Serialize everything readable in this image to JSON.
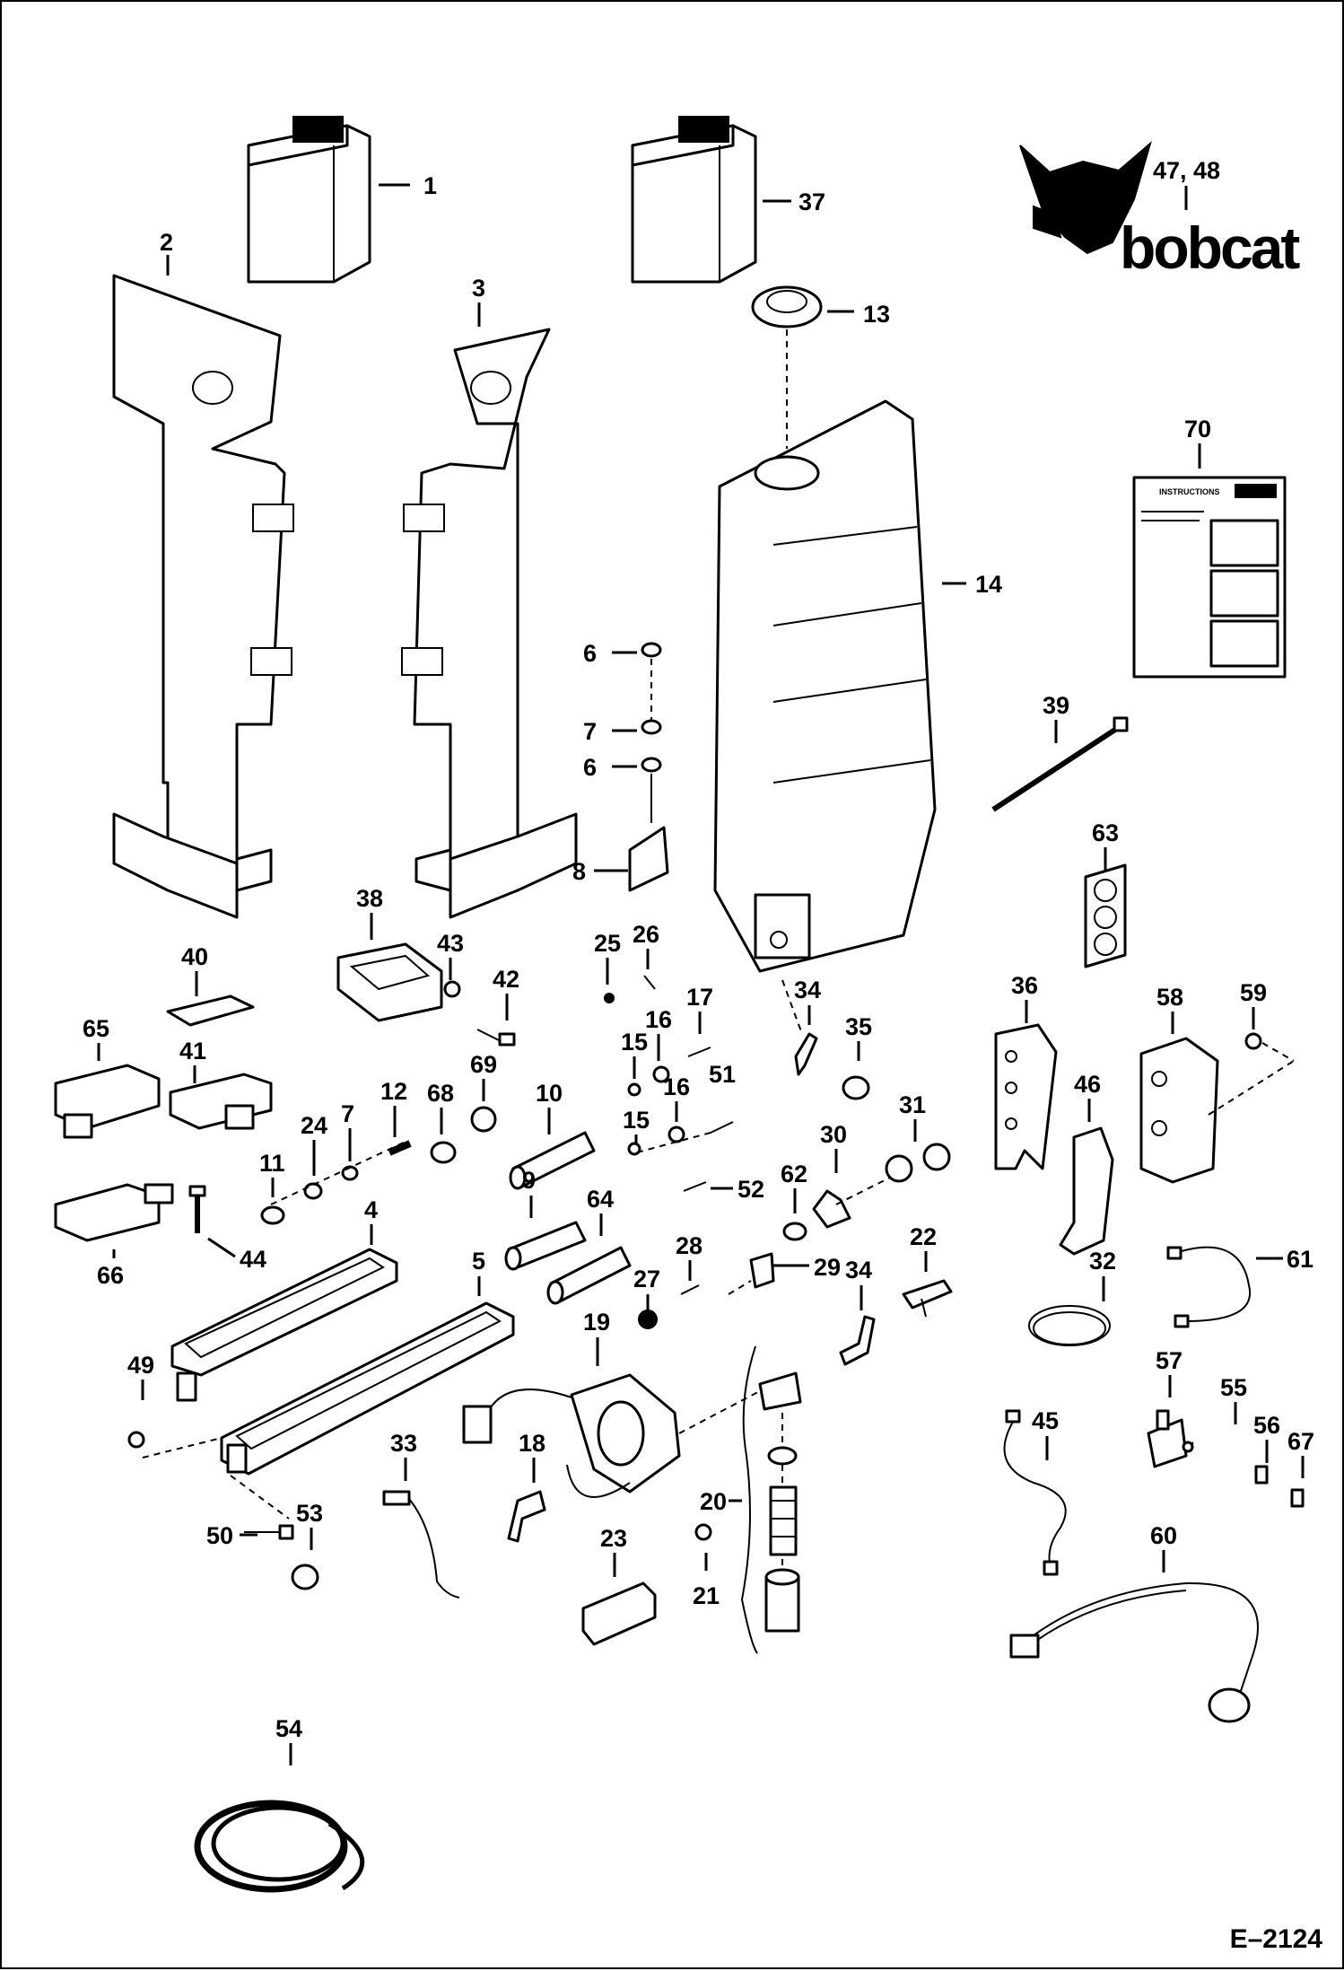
{
  "figure_code": "E–2124",
  "brand": {
    "word": "bobcat",
    "logo_icon": "bobcat-cat-head-logo"
  },
  "decal": {
    "heading": "INSTRUCTIONS"
  },
  "callouts": {
    "c1": "1",
    "c2": "2",
    "c3": "3",
    "c4": "4",
    "c5": "5",
    "c6a": "6",
    "c6b": "6",
    "c7a": "7",
    "c7b": "7",
    "c8": "8",
    "c9": "9",
    "c10": "10",
    "c11": "11",
    "c12": "12",
    "c13": "13",
    "c14": "14",
    "c15a": "15",
    "c15b": "15",
    "c16a": "16",
    "c16b": "16",
    "c17": "17",
    "c18": "18",
    "c19": "19",
    "c20": "20",
    "c21": "21",
    "c22": "22",
    "c23": "23",
    "c24": "24",
    "c25": "25",
    "c26": "26",
    "c27": "27",
    "c28": "28",
    "c29": "29",
    "c30": "30",
    "c31": "31",
    "c32": "32",
    "c33": "33",
    "c34a": "34",
    "c34b": "34",
    "c35": "35",
    "c36": "36",
    "c37": "37",
    "c38": "38",
    "c39": "39",
    "c40": "40",
    "c41": "41",
    "c42": "42",
    "c43": "43",
    "c44": "44",
    "c45": "45",
    "c46": "46",
    "c4748": "47, 48",
    "c49": "49",
    "c50": "50",
    "c51": "51",
    "c52": "52",
    "c53": "53",
    "c54": "54",
    "c55": "55",
    "c56": "56",
    "c57": "57",
    "c58": "58",
    "c59": "59",
    "c60": "60",
    "c61": "61",
    "c62": "62",
    "c63": "63",
    "c64": "64",
    "c65": "65",
    "c66": "66",
    "c67": "67",
    "c68": "68",
    "c69": "69",
    "c70": "70"
  }
}
